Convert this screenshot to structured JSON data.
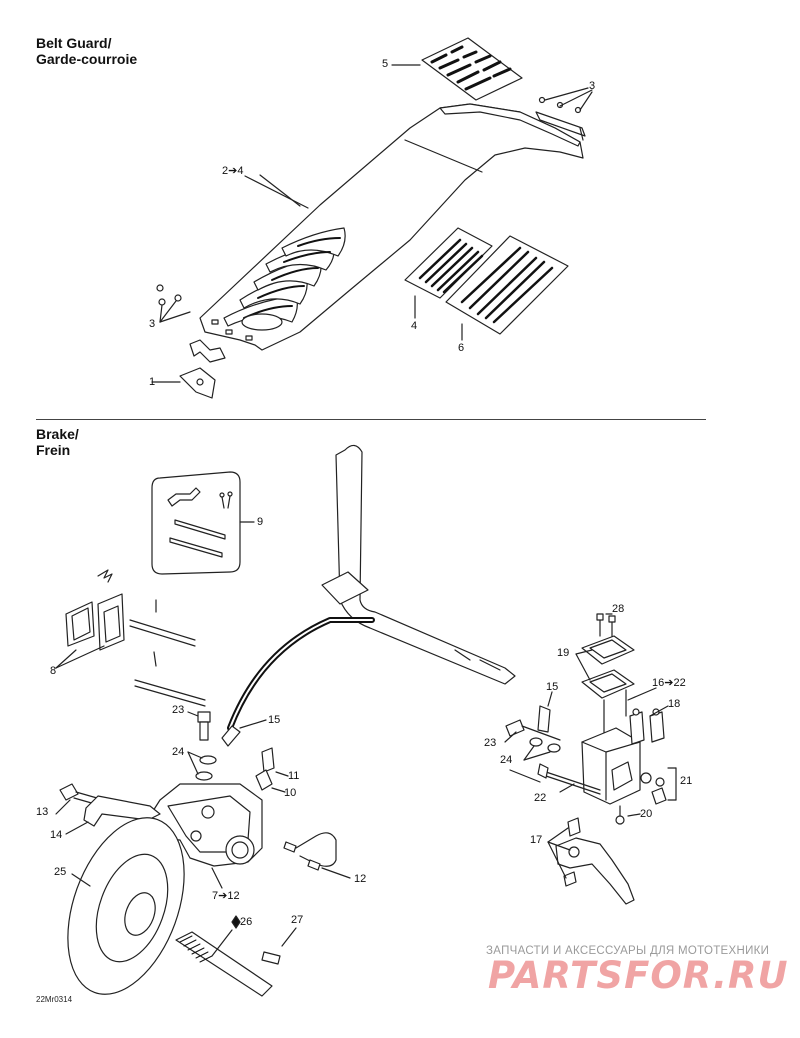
{
  "sections": {
    "belt_guard_title": "Belt Guard/\nGarde-courroie",
    "brake_title": "Brake/\nFrein"
  },
  "belt_labels": {
    "l5": "5",
    "l3a": "3",
    "l24": "2➔4",
    "l3b": "3",
    "l4": "4",
    "l6": "6",
    "l1": "1"
  },
  "brake_labels": {
    "l9": "9",
    "l8": "8",
    "l28": "28",
    "l19": "19",
    "l1622": "16➔22",
    "l15a": "15",
    "l15b": "15",
    "l18": "18",
    "l23a": "23",
    "l23b": "23",
    "l24a": "24",
    "l24b": "24",
    "l11": "11",
    "l10": "10",
    "l21": "21",
    "l22": "22",
    "l20": "20",
    "l13": "13",
    "l14": "14",
    "l17": "17",
    "l12a": "12",
    "l25": "25",
    "l712": "7➔12",
    "l26": "26",
    "l27": "27"
  },
  "watermark": {
    "line1": "ЗАПЧАСТИ И АКСЕССУАРЫ ДЛЯ МОТОТЕХНИКИ",
    "line2": "PARTSFOR.RU"
  },
  "diagram_code": "22Mr0314"
}
